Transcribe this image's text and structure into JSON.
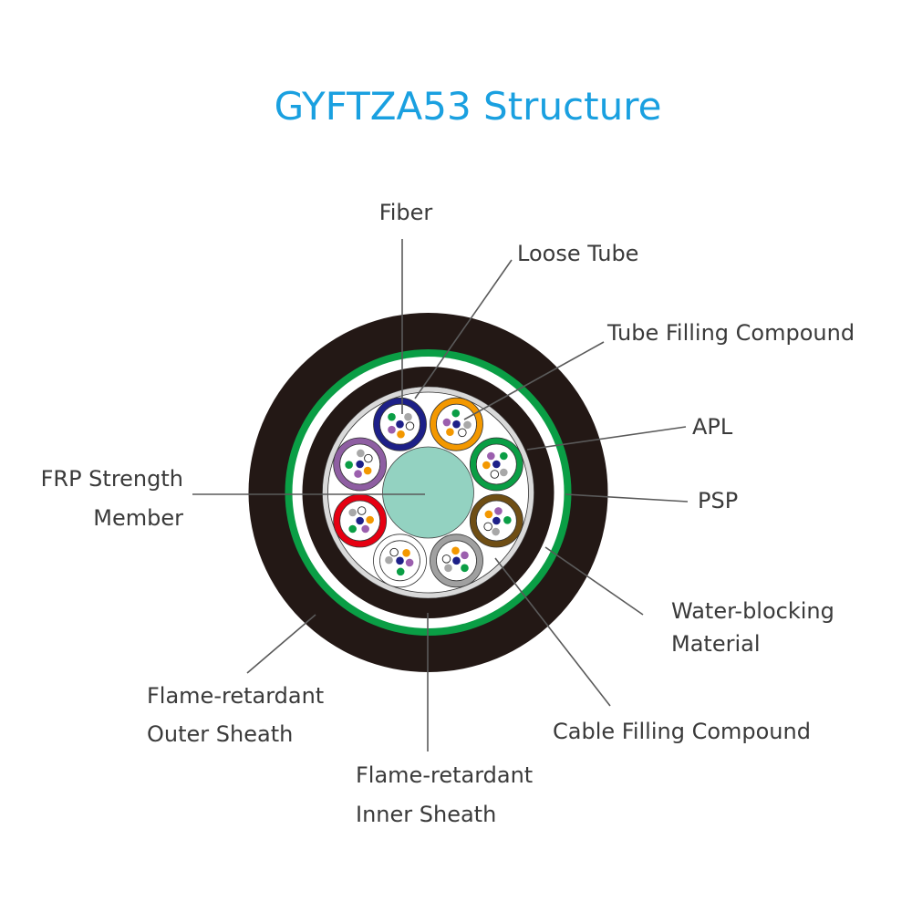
{
  "title": "GYFTZA53 Structure",
  "colors": {
    "title": "#1aa0e0",
    "label_text": "#3a3a3a",
    "leader_line": "#5a5a5a",
    "outer_sheath": "#231815",
    "psp": "#0a9e45",
    "water_blocking": "#ffffff",
    "inner_sheath": "#231815",
    "apl": "#d9d9d9",
    "cable_filling": "#ffffff",
    "frp": "#93d2c1"
  },
  "labels": {
    "fiber": "Fiber",
    "loose_tube": "Loose Tube",
    "tube_filling_compound": "Tube Filling Compound",
    "apl": "APL",
    "psp": "PSP",
    "water_blocking_1": "Water-blocking",
    "water_blocking_2": "Material",
    "cable_filling_compound": "Cable Filling Compound",
    "inner_sheath_1": "Flame-retardant",
    "inner_sheath_2": "Inner Sheath",
    "outer_sheath_1": "Flame-retardant",
    "outer_sheath_2": "Outer Sheath",
    "frp_1": "FRP Strength",
    "frp_2": "Member"
  },
  "loose_tubes": [
    {
      "name": "blue",
      "color": "#1d2088"
    },
    {
      "name": "orange",
      "color": "#f39800"
    },
    {
      "name": "green",
      "color": "#0a9e45"
    },
    {
      "name": "brown",
      "color": "#6f4e14"
    },
    {
      "name": "gray",
      "color": "#a0a0a0"
    },
    {
      "name": "white",
      "color": "#ffffff"
    },
    {
      "name": "red",
      "color": "#e60012"
    },
    {
      "name": "violet",
      "color": "#8e5ea2"
    }
  ],
  "fiber_colors": {
    "blue": "#1d2088",
    "orange": "#f39800",
    "green": "#0a9e45",
    "violet": "#9b5fae",
    "gray": "#a8a8a8",
    "white": "#ffffff"
  }
}
